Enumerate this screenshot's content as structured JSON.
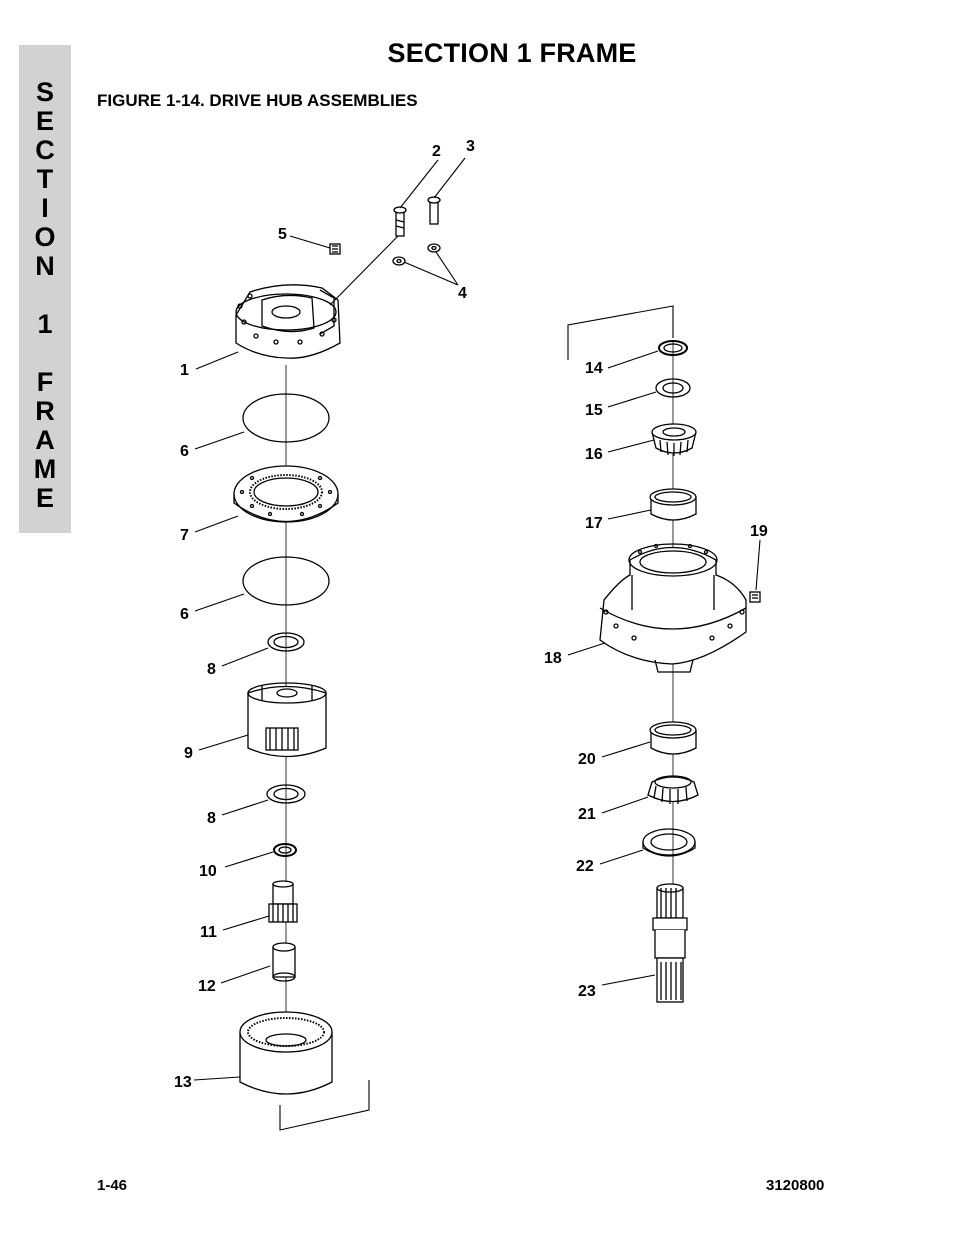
{
  "header": {
    "section_title": "SECTION 1  FRAME",
    "figure_title": "FIGURE 1-14.  DRIVE HUB ASSEMBLIES"
  },
  "side_tab": {
    "letters": [
      "S",
      "E",
      "C",
      "T",
      "I",
      "O",
      "N",
      "",
      "1",
      "",
      "F",
      "R",
      "A",
      "M",
      "E"
    ]
  },
  "callouts": [
    "1",
    "2",
    "3",
    "4",
    "5",
    "6",
    "7",
    "6",
    "8",
    "9",
    "8",
    "10",
    "11",
    "12",
    "13",
    "14",
    "15",
    "16",
    "17",
    "18",
    "19",
    "20",
    "21",
    "22",
    "23"
  ],
  "footer": {
    "page_number": "1-46",
    "doc_number": "3120800"
  }
}
